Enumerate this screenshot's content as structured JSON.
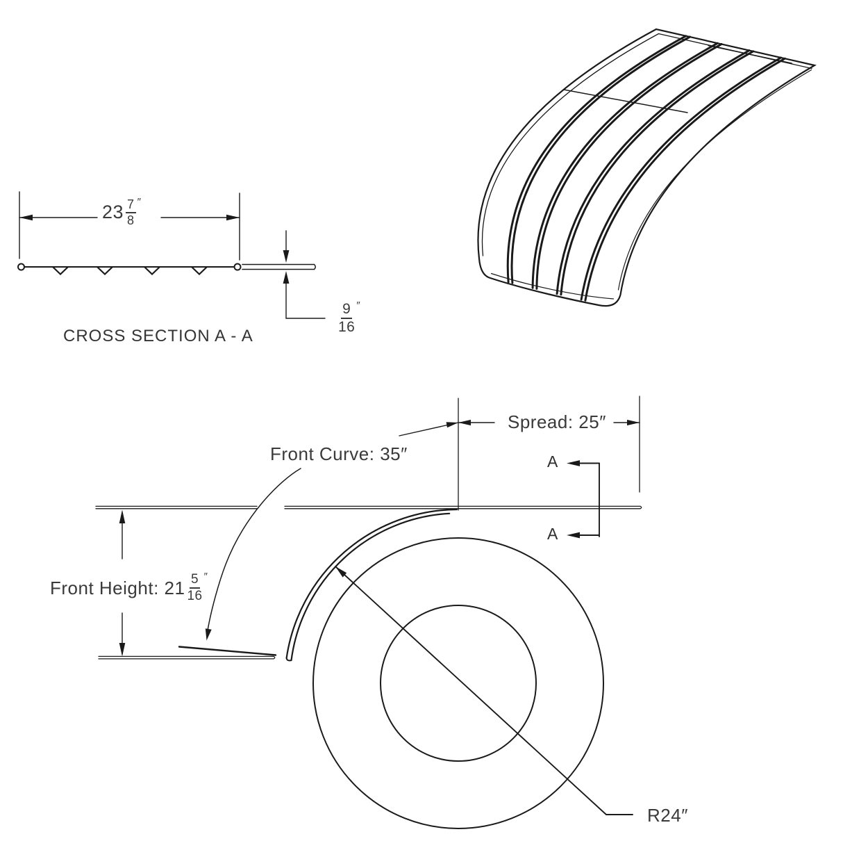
{
  "drawing": {
    "cross_section": {
      "title": "CROSS SECTION A - A",
      "width_whole": "23",
      "width_numerator": "7",
      "width_denominator": "8",
      "width_unit": "″",
      "thickness_numerator": "9",
      "thickness_denominator": "16",
      "thickness_unit": "″"
    },
    "side_view": {
      "spread_label": "Spread: 25″",
      "front_curve_label": "Front Curve: 35″",
      "front_height_prefix": "Front Height: 21",
      "front_height_numerator": "5",
      "front_height_denominator": "16",
      "front_height_unit": "″",
      "radius_label": "R24″",
      "section_marker_top": "A",
      "section_marker_bottom": "A"
    },
    "colors": {
      "line": "#1a1a1a",
      "text": "#3a3a3a",
      "background": "#ffffff"
    }
  }
}
